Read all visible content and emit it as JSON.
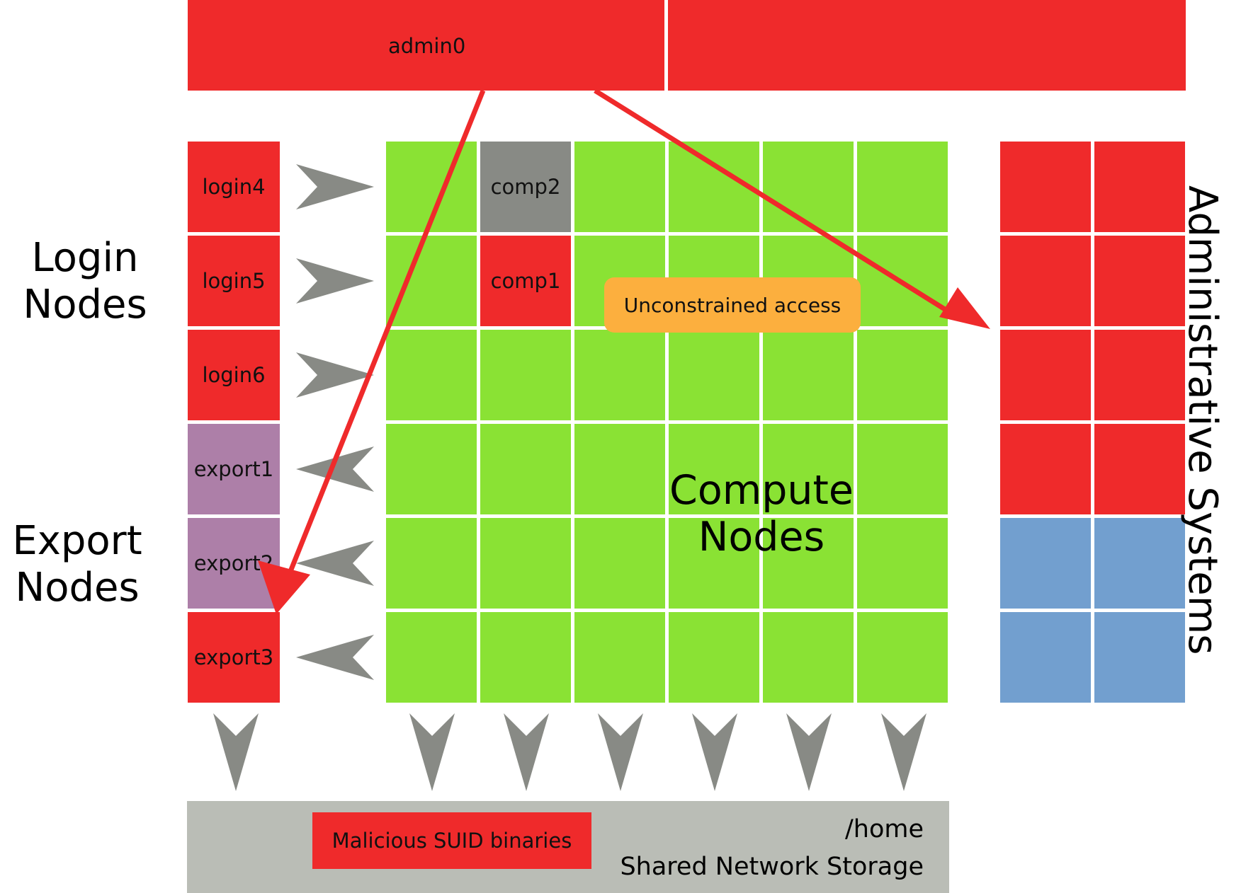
{
  "colors": {
    "red": "#ef2a2b",
    "green": "#8ae234",
    "gray_node": "#888a85",
    "purple": "#ad7fa8",
    "blue": "#729fcf",
    "storage_gray": "#babdb6",
    "orange": "#fcaf3e",
    "arrow_gray": "#888a85"
  },
  "admin": {
    "node_label": "admin0"
  },
  "labels": {
    "login_nodes": "Login Nodes",
    "export_nodes": "Export Nodes",
    "compute_nodes": "Compute Nodes",
    "administrative_systems": "Administrative Systems",
    "unconstrained_access": "Unconstrained access"
  },
  "left_nodes": [
    {
      "label": "login4",
      "kind": "login",
      "color": "#ef2a2b",
      "arrow": "in"
    },
    {
      "label": "login5",
      "kind": "login",
      "color": "#ef2a2b",
      "arrow": "in"
    },
    {
      "label": "login6",
      "kind": "login",
      "color": "#ef2a2b",
      "arrow": "in"
    },
    {
      "label": "export1",
      "kind": "export",
      "color": "#ad7fa8",
      "arrow": "out"
    },
    {
      "label": "export2",
      "kind": "export",
      "color": "#ad7fa8",
      "arrow": "out"
    },
    {
      "label": "export3",
      "kind": "export",
      "color": "#ef2a2b",
      "arrow": "out"
    }
  ],
  "compute_special": [
    {
      "label": "comp2",
      "row": 0,
      "col": 1,
      "color": "#888a85"
    },
    {
      "label": "comp1",
      "row": 1,
      "col": 1,
      "color": "#ef2a2b"
    }
  ],
  "admin_systems_rows": [
    "red",
    "red",
    "red",
    "red",
    "blue",
    "blue"
  ],
  "storage": {
    "suid_label": "Malicious SUID binaries",
    "mount": "/home",
    "title": "Shared Network Storage"
  }
}
